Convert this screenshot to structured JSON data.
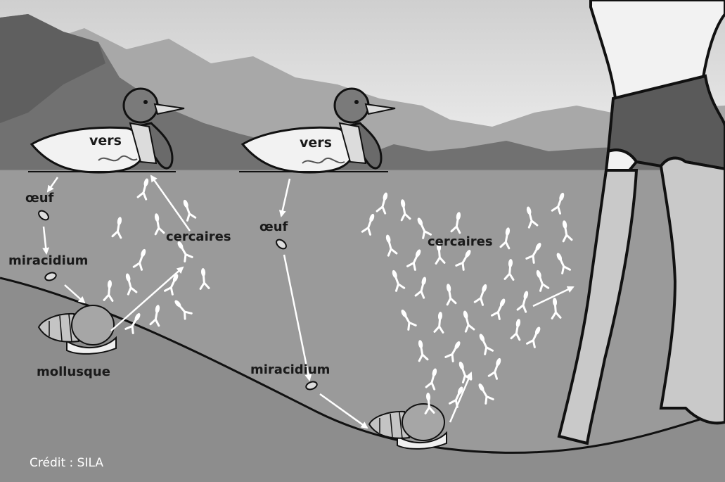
{
  "labels": {
    "duck_left_text": "vers",
    "duck_right_text": "vers",
    "egg_left": "œuf",
    "egg_right": "œuf",
    "miracidium_left": "miracidium",
    "miracidium_right": "miracidium",
    "cercariae_left": "cercaires",
    "cercariae_right": "cercaires",
    "mollusc": "mollusque"
  },
  "credit": "Crédit : SILA",
  "colors": {
    "sky_top": "#d6d6d6",
    "sky_bottom": "#eeeeee",
    "mountains_far": "#a9a9a9",
    "mountains_near": "#6f6f6f",
    "water": "#9b9b9b",
    "lake_bed": "#8c8c8c",
    "outline": "#111111",
    "cercaria": "#ffffff",
    "swimsuit": "#5a5a5a",
    "skin_above_water": "#f2f2f2",
    "skin_under_water": "#c9c9c9"
  }
}
